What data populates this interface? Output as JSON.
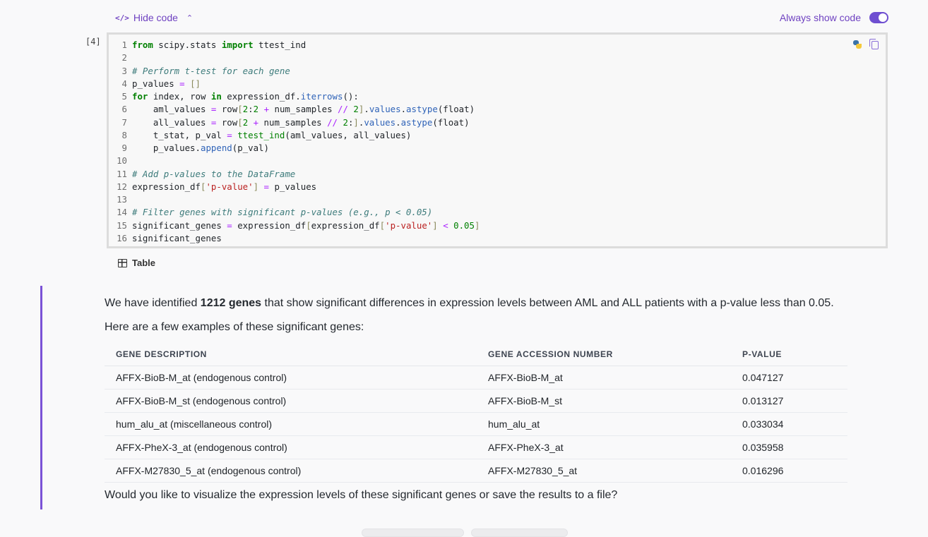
{
  "toolbar": {
    "hide_code_label": "Hide code",
    "hide_code_icon": "</>",
    "always_show_label": "Always show code",
    "always_show_on": true
  },
  "cell": {
    "exec_count": "[4]",
    "lines": [
      [
        [
          "from",
          "k"
        ],
        [
          " scipy.stats ",
          ""
        ],
        [
          "import",
          "k"
        ],
        [
          " ttest_ind",
          ""
        ]
      ],
      [],
      [
        [
          "# Perform t-test for each gene",
          "c"
        ]
      ],
      [
        [
          "p_values ",
          ""
        ],
        [
          "=",
          "o"
        ],
        [
          " ",
          ""
        ],
        [
          "[]",
          "p"
        ]
      ],
      [
        [
          "for",
          "k"
        ],
        [
          " index, row ",
          ""
        ],
        [
          "in",
          "k"
        ],
        [
          " expression_df.",
          ""
        ],
        [
          "iterrows",
          "a"
        ],
        [
          "():",
          ""
        ]
      ],
      [
        [
          "    aml_values ",
          ""
        ],
        [
          "=",
          "o"
        ],
        [
          " row",
          ""
        ],
        [
          "[",
          "p"
        ],
        [
          "2",
          "n"
        ],
        [
          ":",
          ""
        ],
        [
          "2",
          "n"
        ],
        [
          " ",
          ""
        ],
        [
          "+",
          "o"
        ],
        [
          " num_samples ",
          ""
        ],
        [
          "//",
          "o"
        ],
        [
          " ",
          ""
        ],
        [
          "2",
          "n"
        ],
        [
          "]",
          "p"
        ],
        [
          ".",
          ""
        ],
        [
          "values",
          "a"
        ],
        [
          ".",
          ""
        ],
        [
          "astype",
          "a"
        ],
        [
          "(float)",
          ""
        ]
      ],
      [
        [
          "    all_values ",
          ""
        ],
        [
          "=",
          "o"
        ],
        [
          " row",
          ""
        ],
        [
          "[",
          "p"
        ],
        [
          "2",
          "n"
        ],
        [
          " ",
          ""
        ],
        [
          "+",
          "o"
        ],
        [
          " num_samples ",
          ""
        ],
        [
          "//",
          "o"
        ],
        [
          " ",
          ""
        ],
        [
          "2",
          "n"
        ],
        [
          ":",
          ""
        ],
        [
          "]",
          "p"
        ],
        [
          ".",
          ""
        ],
        [
          "values",
          "a"
        ],
        [
          ".",
          ""
        ],
        [
          "astype",
          "a"
        ],
        [
          "(float)",
          ""
        ]
      ],
      [
        [
          "    t_stat, p_val ",
          ""
        ],
        [
          "=",
          "o"
        ],
        [
          " ",
          ""
        ],
        [
          "ttest_ind",
          "f"
        ],
        [
          "(aml_values, all_values)",
          ""
        ]
      ],
      [
        [
          "    p_values.",
          ""
        ],
        [
          "append",
          "a"
        ],
        [
          "(p_val)",
          ""
        ]
      ],
      [],
      [
        [
          "# Add p-values to the DataFrame",
          "c"
        ]
      ],
      [
        [
          "expression_df",
          ""
        ],
        [
          "[",
          "p"
        ],
        [
          "'p-value'",
          "s"
        ],
        [
          "]",
          "p"
        ],
        [
          " ",
          ""
        ],
        [
          "=",
          "o"
        ],
        [
          " p_values",
          ""
        ]
      ],
      [],
      [
        [
          "# Filter genes with significant p-values (e.g., p < 0.05)",
          "c"
        ]
      ],
      [
        [
          "significant_genes ",
          ""
        ],
        [
          "=",
          "o"
        ],
        [
          " expression_df",
          ""
        ],
        [
          "[",
          "p"
        ],
        [
          "expression_df",
          ""
        ],
        [
          "[",
          "p"
        ],
        [
          "'p-value'",
          "s"
        ],
        [
          "]",
          "p"
        ],
        [
          " ",
          ""
        ],
        [
          "<",
          "o"
        ],
        [
          " ",
          ""
        ],
        [
          "0.05",
          "n"
        ],
        [
          "]",
          "p"
        ]
      ],
      [
        [
          "significant_genes",
          ""
        ]
      ]
    ]
  },
  "output_tab": {
    "label": "Table"
  },
  "message": {
    "intro_pre": "We have identified ",
    "intro_bold": "1212 genes",
    "intro_post": " that show significant differences in expression levels between AML and ALL patients with a p-value less than 0.05.",
    "examples_intro": "Here are a few examples of these significant genes:",
    "table": {
      "headers": [
        "GENE DESCRIPTION",
        "GENE ACCESSION NUMBER",
        "P-VALUE"
      ],
      "rows": [
        [
          "AFFX-BioB-M_at (endogenous control)",
          "AFFX-BioB-M_at",
          "0.047127"
        ],
        [
          "AFFX-BioB-M_st (endogenous control)",
          "AFFX-BioB-M_st",
          "0.013127"
        ],
        [
          "hum_alu_at (miscellaneous control)",
          "hum_alu_at",
          "0.033034"
        ],
        [
          "AFFX-PheX-3_at (endogenous control)",
          "AFFX-PheX-3_at",
          "0.035958"
        ],
        [
          "AFFX-M27830_5_at (endogenous control)",
          "AFFX-M27830_5_at",
          "0.016296"
        ]
      ]
    },
    "question": "Would you like to visualize the expression levels of these significant genes or save the results to a file?"
  }
}
